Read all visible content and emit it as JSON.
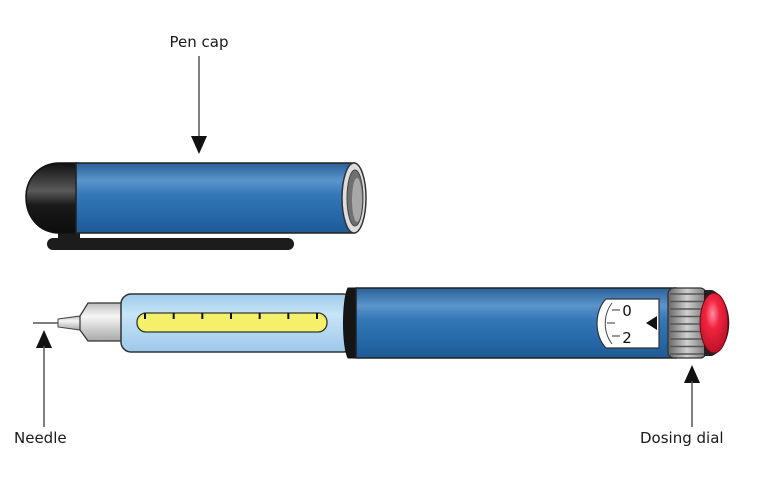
{
  "diagram": {
    "title": "Insulin pen",
    "labels": {
      "pen_cap": "Pen cap",
      "needle": "Needle",
      "dosing_dial": "Dosing dial"
    },
    "dose_window": {
      "numbers": [
        "0",
        "2"
      ]
    },
    "cartridge_scale_ticks": 7,
    "dial_ridges": 9,
    "colors": {
      "pen_body_blue": "#2f6fae",
      "cartridge_light_blue": "#a9d2f0",
      "cartridge_yellow": "#f4f06a",
      "cap_black": "#1a1a1a",
      "dial_red": "#e8203a",
      "dial_grey": "#8e8e8e"
    }
  }
}
